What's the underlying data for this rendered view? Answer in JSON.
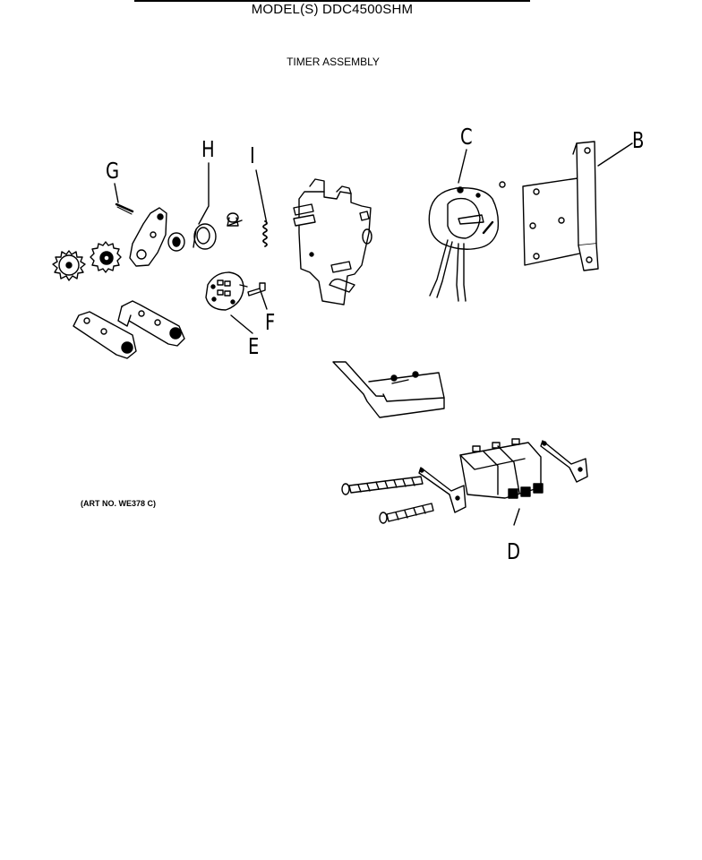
{
  "header": {
    "model": "MODEL(S) DDC4500SHM",
    "subtitle": "TIMER ASSEMBLY"
  },
  "art_number": "(ART NO. WE378 C)",
  "callouts": {
    "A": "",
    "B": "B",
    "C": "C",
    "D": "D",
    "E": "E",
    "F": "F",
    "G": "G",
    "H": "H",
    "I": "I"
  },
  "colors": {
    "line": "#000000",
    "background": "#ffffff"
  }
}
